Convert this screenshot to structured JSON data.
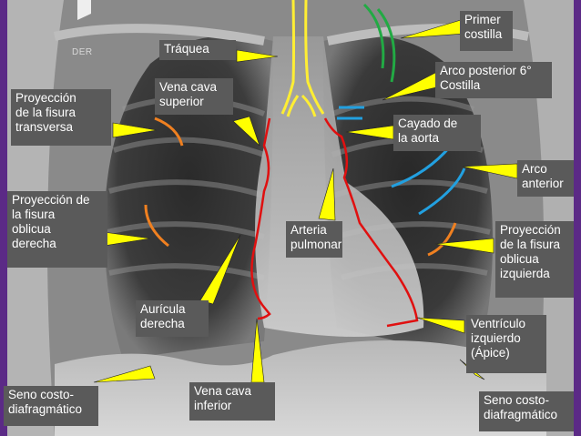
{
  "marker": "DER",
  "labels": {
    "primer_costilla": "Primer\ncostilla",
    "traquea": "Tráquea",
    "arco_posterior": "Arco posterior 6°\nCostilla",
    "vena_cava_superior": "Vena cava\nsuperior",
    "proy_fisura_transversa": "Proyección\nde la fisura\ntransversa",
    "cayado_aorta": "Cayado de\nla aorta",
    "arco_anterior": "Arco\nanterior",
    "proy_fisura_oblicua_der": "Proyección de\nla fisura\noblicua\nderecha",
    "arteria_pulmonar": "Arteria\npulmonar",
    "proy_fisura_oblicua_izq": "Proyección\nde la fisura\noblicua\nizquierda",
    "auricula_derecha": "Aurícula\nderecha",
    "ventriculo_izquierdo": "Ventrículo\nizquierdo\n(Ápice)",
    "vena_cava_inferior": "Vena cava\ninferior",
    "seno_costo_izq_img": "Seno costo-\ndiafragmático",
    "seno_costo_der_img": "Seno costo-\ndiafragmático"
  },
  "colors": {
    "label_bg": "#5a5a5a",
    "label_text": "#ffffff",
    "pointer": "#ffff00",
    "trachea": "#ffee33",
    "vessels": "#e01010",
    "first_rib": "#22aa44",
    "posterior_rib": "#22a0e0",
    "fissures": "#f08020",
    "frame": "#5b2a86"
  }
}
